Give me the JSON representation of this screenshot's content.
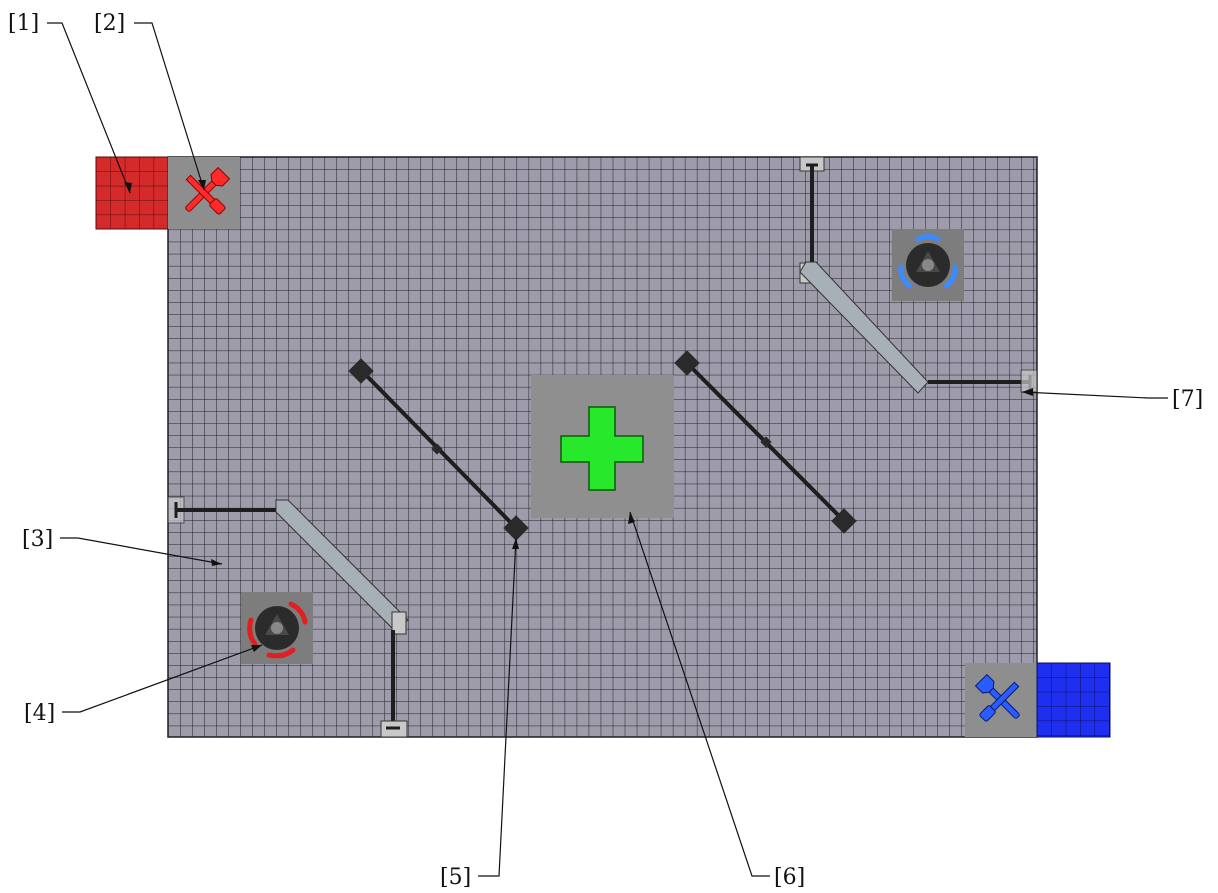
{
  "callouts": [
    {
      "id": "1",
      "label": "[1]"
    },
    {
      "id": "2",
      "label": "[2]"
    },
    {
      "id": "3",
      "label": "[3]"
    },
    {
      "id": "4",
      "label": "[4]"
    },
    {
      "id": "5",
      "label": "[5]"
    },
    {
      "id": "6",
      "label": "[6]"
    },
    {
      "id": "7",
      "label": "[7]"
    }
  ],
  "colors": {
    "arena_floor": "#9e9cab",
    "grid_line": "#1e1e24",
    "red_team": "#d42a2a",
    "blue_team": "#1f2ff0",
    "repair_tile": "#8e8e8e",
    "heal_cross": "#27e82a",
    "obstacle_bar": "#a7afb7",
    "robot_body": "#2b2b2b"
  },
  "icons": {
    "red_repair": "wrench-screwdriver-icon",
    "blue_repair": "wrench-screwdriver-icon",
    "center_heal": "plus-cross-icon",
    "robot": "robot-icon"
  }
}
